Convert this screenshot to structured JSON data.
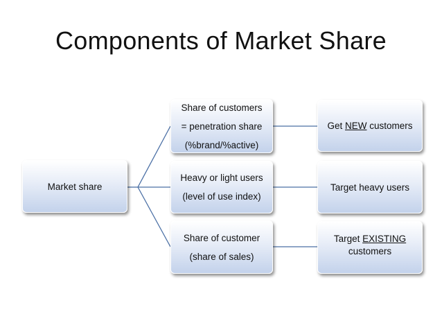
{
  "title": "Components of Market Share",
  "root": {
    "label": "Market share"
  },
  "middle": [
    {
      "lines": [
        "Share of customers",
        "= penetration share",
        "(%brand/%active)"
      ]
    },
    {
      "lines": [
        "Heavy or light users",
        "(level of use index)"
      ]
    },
    {
      "lines": [
        "Share of customer",
        "(share of sales)"
      ]
    }
  ],
  "right": [
    {
      "pre": "Get ",
      "underlined": "NEW",
      "post": " customers"
    },
    {
      "text": "Target heavy users"
    },
    {
      "pre": "Target ",
      "underlined": "EXISTING",
      "post": "customers"
    }
  ],
  "colors": {
    "connector": "#4a6fa5",
    "box_top": "#ffffff",
    "box_bottom": "#c3d2eb"
  }
}
